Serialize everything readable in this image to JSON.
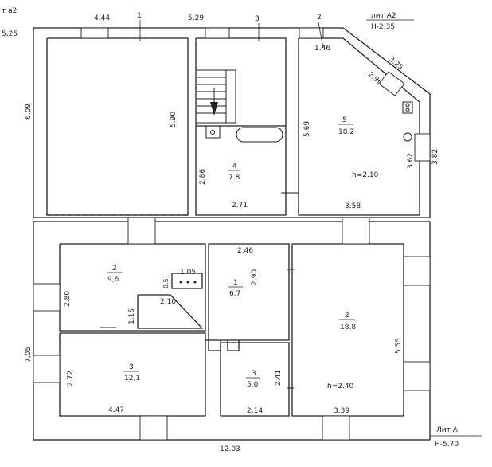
{
  "liter_a2_top_left": {
    "title": "т а2",
    "height": "5.25"
  },
  "liter_a2_top_right": {
    "title": "лит А2",
    "height": "H-2.35"
  },
  "liter_a_bottom_right": {
    "title": "Лит А",
    "height": "H-5.70"
  },
  "window_marks": [
    "1",
    "3",
    "2"
  ],
  "top_dims": [
    "4.44",
    "5.29",
    "1.46",
    "3.25",
    "2.96"
  ],
  "rooms_upper": [
    {
      "no": "",
      "area": "",
      "dims": [
        "5.90",
        "6.09"
      ]
    },
    {
      "no": "4",
      "area": "7.8",
      "dims": [
        "2.86",
        "2.71"
      ]
    },
    {
      "no": "5",
      "area": "18.2",
      "dims": [
        "5.69",
        "3.58",
        "3.62",
        "3.82"
      ],
      "height": "h=2.10"
    }
  ],
  "rooms_lower": [
    {
      "no": "2",
      "area": "9,6",
      "dims": [
        "2.80",
        "1.05",
        "0.5",
        "2.10",
        "1.15"
      ]
    },
    {
      "no": "1",
      "area": "6.7",
      "dims": [
        "2.46",
        "2.90"
      ]
    },
    {
      "no": "2",
      "area": "18.8",
      "dims": [
        "5.55",
        "3.39"
      ],
      "height": "h=2.40"
    },
    {
      "no": "3",
      "area": "12,1",
      "dims": [
        "2.72",
        "4.47"
      ]
    },
    {
      "no": "3",
      "area": "5.0",
      "dims": [
        "2.41",
        "2.14"
      ]
    }
  ],
  "outer_dims": {
    "left_lower": "7,05",
    "bottom": "12.03"
  }
}
